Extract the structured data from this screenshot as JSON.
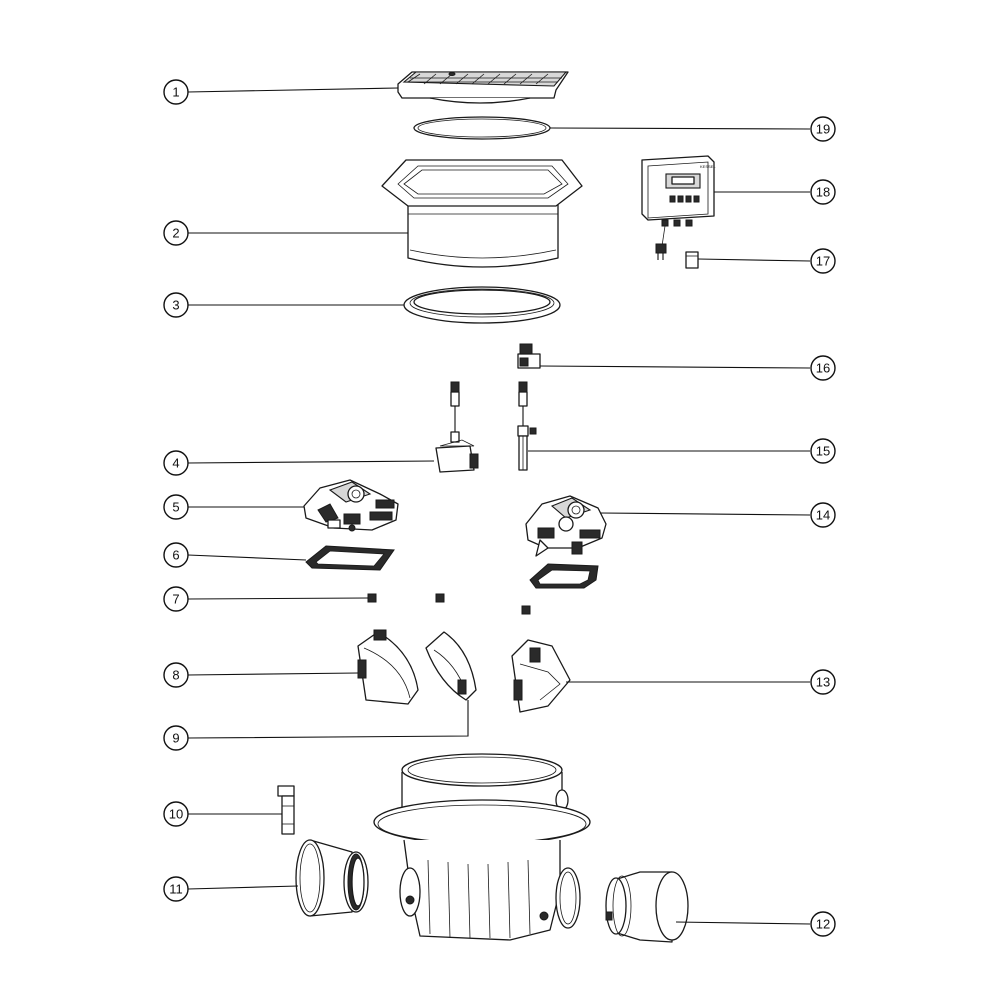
{
  "diagram": {
    "callouts": [
      {
        "id": "1",
        "label": "1"
      },
      {
        "id": "2",
        "label": "2"
      },
      {
        "id": "3",
        "label": "3"
      },
      {
        "id": "4",
        "label": "4"
      },
      {
        "id": "5",
        "label": "5"
      },
      {
        "id": "6",
        "label": "6"
      },
      {
        "id": "7",
        "label": "7"
      },
      {
        "id": "8",
        "label": "8"
      },
      {
        "id": "9",
        "label": "9"
      },
      {
        "id": "10",
        "label": "10"
      },
      {
        "id": "11",
        "label": "11"
      },
      {
        "id": "12",
        "label": "12"
      },
      {
        "id": "13",
        "label": "13"
      },
      {
        "id": "14",
        "label": "14"
      },
      {
        "id": "15",
        "label": "15"
      },
      {
        "id": "16",
        "label": "16"
      },
      {
        "id": "17",
        "label": "17"
      },
      {
        "id": "18",
        "label": "18"
      },
      {
        "id": "19",
        "label": "19"
      }
    ],
    "controller_brand": "KESSEL"
  }
}
